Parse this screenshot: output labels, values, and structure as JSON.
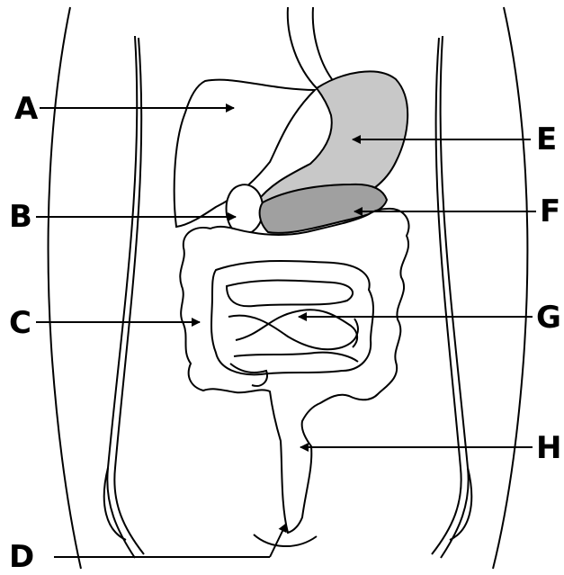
{
  "labels": {
    "a": "A",
    "b": "B",
    "c": "C",
    "d": "D",
    "e": "E",
    "f": "F",
    "g": "G",
    "h": "H"
  },
  "colors": {
    "outline": "#000000",
    "stomach": "#c8c8c8",
    "pancreas": "#a0a0a0",
    "background": "#ffffff"
  }
}
